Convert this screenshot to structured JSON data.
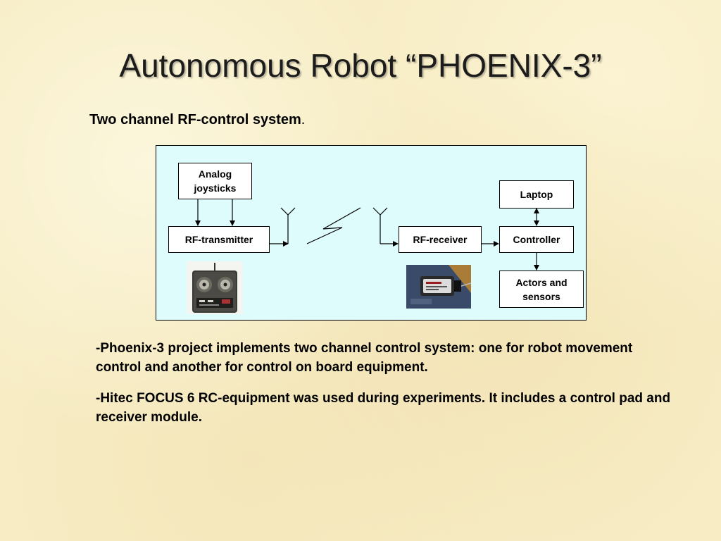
{
  "slide": {
    "title": "Autonomous Robot “PHOENIX-3”",
    "subtitle": "Two channel RF-control system",
    "subtitle_end": "."
  },
  "diagram": {
    "boxes": {
      "analog_joysticks": "Analog\njoysticks",
      "rf_transmitter": "RF-transmitter",
      "rf_receiver": "RF-receiver",
      "laptop": "Laptop",
      "controller": "Controller",
      "actors_sensors": "Actors and\nsensors"
    },
    "photos": [
      "transmitter-photo",
      "receiver-photo"
    ],
    "background_color": "#dffcfd"
  },
  "paragraphs": [
    "-Phoenix-3 project implements two channel control system: one for robot movement control and another for control on board equipment.",
    "-Hitec FOCUS 6 RC-equipment was used during experiments. It includes a control pad and receiver module."
  ]
}
